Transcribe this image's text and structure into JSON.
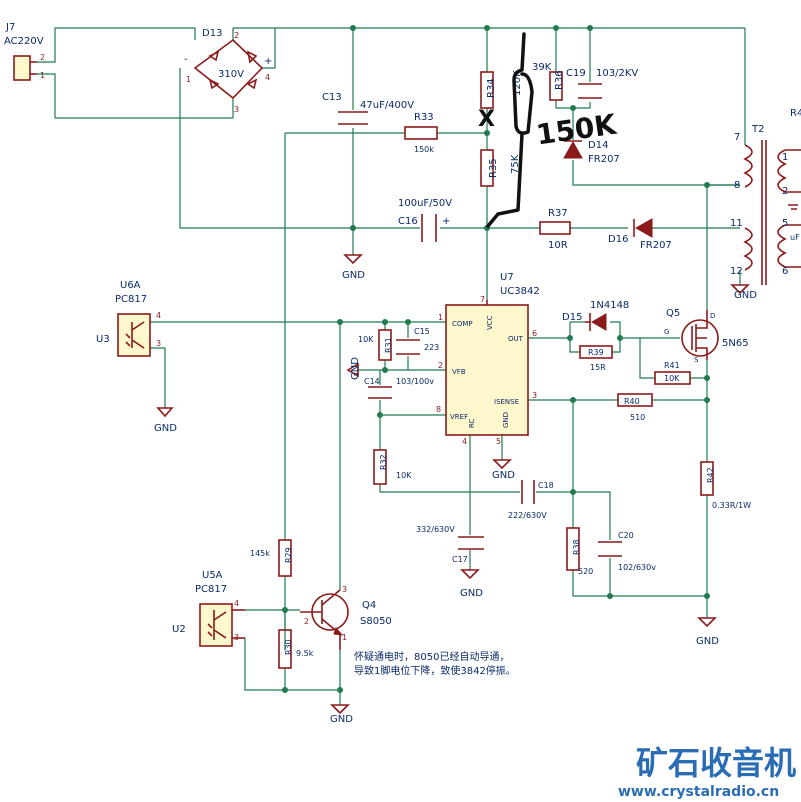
{
  "parts": {
    "j7": {
      "ref": "J7",
      "val": "AC220V",
      "p1": "1",
      "p2": "2"
    },
    "d13": {
      "ref": "D13",
      "val": "310V",
      "plus": "+",
      "minus": "-",
      "p1": "1",
      "p2": "2",
      "p3": "3",
      "p4": "4"
    },
    "c13": {
      "ref": "C13",
      "val": "47uF/400V"
    },
    "r33": {
      "ref": "R33",
      "val": "150k"
    },
    "r34": {
      "ref": "R34",
      "val": "120K"
    },
    "r35": {
      "ref": "R35",
      "val": "75K"
    },
    "r36": {
      "ref": "R36",
      "val": "39K"
    },
    "c19": {
      "ref": "C19",
      "val": "103/2KV"
    },
    "d14": {
      "ref": "D14",
      "val": "FR207"
    },
    "c16": {
      "ref": "C16",
      "val": "100uF/50V",
      "plus": "+"
    },
    "r37": {
      "ref": "R37",
      "val": "10R"
    },
    "d16": {
      "ref": "D16",
      "val": "FR207"
    },
    "t2": {
      "ref": "T2",
      "p7": "7",
      "p8": "8",
      "p11": "11",
      "p12": "12",
      "p1": "1",
      "p2": "2",
      "p5": "5",
      "p6": "6",
      "r4": "R4",
      "uf": "uF"
    },
    "u6a": {
      "ref": "U6A",
      "val": "PC817",
      "p4": "4",
      "p3": "3"
    },
    "u3": {
      "ref": "U3"
    },
    "u7": {
      "ref": "U7",
      "val": "UC3842",
      "comp": "COMP",
      "vcc": "VCC",
      "vfb": "VFB",
      "vref": "VREF",
      "out": "OUT",
      "isense": "ISENSE",
      "rc": "RC",
      "gndp": "GND",
      "p1": "1",
      "p2": "2",
      "p4": "4",
      "p5": "5",
      "p6": "6",
      "p7": "7",
      "p8": "8",
      "p3": "3"
    },
    "r31": {
      "ref": "R31",
      "val": "10K"
    },
    "c15": {
      "ref": "C15",
      "val": "223"
    },
    "c14": {
      "ref": "C14",
      "val": "103/100v"
    },
    "d15": {
      "ref": "D15",
      "val": "1N4148"
    },
    "r39": {
      "ref": "R39",
      "val": "15R"
    },
    "q5": {
      "ref": "Q5",
      "val": "5N65",
      "g": "G",
      "d": "D",
      "s": "S"
    },
    "r41": {
      "ref": "R41",
      "val": "10K"
    },
    "r40": {
      "ref": "R40",
      "val": "510"
    },
    "r32": {
      "ref": "R32",
      "val": "10K"
    },
    "c18": {
      "ref": "C18",
      "val": "222/630V"
    },
    "c17": {
      "ref": "C17",
      "val": "332/630V"
    },
    "r38": {
      "ref": "R38",
      "val": "520"
    },
    "c20": {
      "ref": "C20",
      "val": "102/630v"
    },
    "r42": {
      "ref": "R42",
      "val": "0.33R/1W"
    },
    "r29": {
      "ref": "R29",
      "val": "145k"
    },
    "q4": {
      "ref": "Q4",
      "val": "S8050",
      "p1": "1",
      "p2": "2",
      "p3": "3"
    },
    "u5a": {
      "ref": "U5A",
      "val": "PC817",
      "p4": "4",
      "p3": "3"
    },
    "u2": {
      "ref": "U2"
    },
    "r30": {
      "ref": "R30",
      "val": "9.5k"
    }
  },
  "gnd_label": "GND",
  "annotation": {
    "line1": "怀疑通电时，8050已经自动导通，",
    "line2": "导致1脚电位下降，致使3842停振。"
  },
  "handwriting": {
    "x_mark": "X",
    "value": "150K"
  },
  "watermark": {
    "title": "矿石收音机",
    "url": "www.crystalradio.cn"
  }
}
